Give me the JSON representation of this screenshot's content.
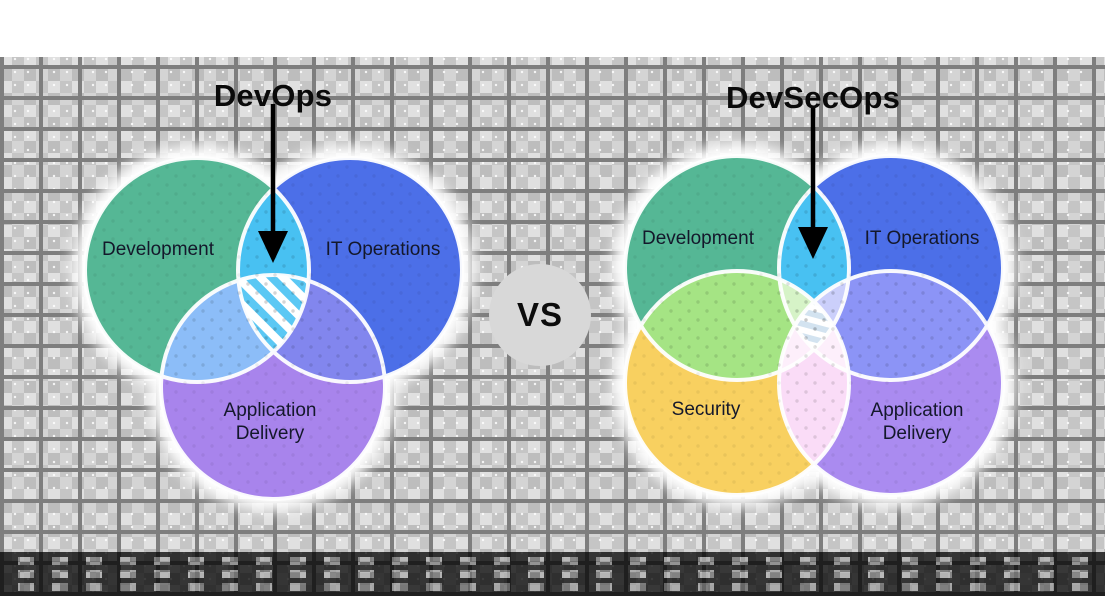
{
  "diagram": {
    "vs_label": "VS",
    "left": {
      "title": "DevOps",
      "labels": {
        "development": "Development",
        "it_operations": "IT Operations",
        "application_delivery": "Application Delivery"
      }
    },
    "right": {
      "title": "DevSecOps",
      "labels": {
        "development": "Development",
        "it_operations": "IT Operations",
        "security": "Security",
        "application_delivery": "Application Delivery"
      }
    }
  },
  "colors": {
    "development": "#55b795",
    "it_operations": "#4c6fe8",
    "application_delivery_left": "#a884ec",
    "application_delivery_right": "#aa8bf0",
    "security": "#f8d060",
    "dev_ops_overlap": "#48c1f2",
    "dev_appdel_overlap": "#8cbdf8",
    "ops_appdel_overlap_left": "#8286ee",
    "dev_security_overlap": "#a5e484",
    "ops_appdel_overlap_right": "#8c94f6",
    "security_appdel_overlap": "#fadcf7",
    "hatch_base_left": "#5bc8f4",
    "hatch_base_right": "#d3e3f0",
    "vs_badge_bg": "#d8d8d8",
    "vs_text": "#0c0c0c",
    "arrow": "#000000",
    "title_text": "#0a0a0a",
    "label_text": "#14182b"
  }
}
